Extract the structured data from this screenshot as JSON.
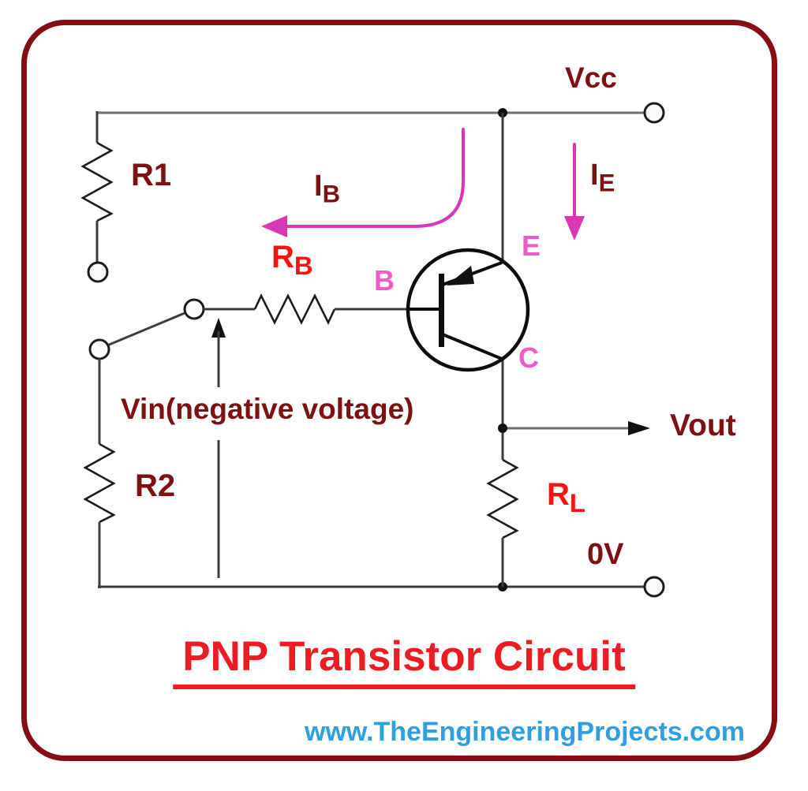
{
  "colors": {
    "border_maroon": "#860d13",
    "dark_maroon_text": "#7d1113",
    "bright_red": "#f51313",
    "pink_label": "#ee5bc8",
    "magenta_arrow": "#d936b8",
    "title_red": "#ed1c24",
    "website_blue": "#2d9fe2",
    "wire_gray": "#6e6e6e",
    "component_black": "#1c1c1c"
  },
  "labels": {
    "vcc": "Vcc",
    "r1": "R1",
    "r2": "R2",
    "ib": {
      "main": "I",
      "sub": "B"
    },
    "ie": {
      "main": "I",
      "sub": "E"
    },
    "rb": {
      "main": "R",
      "sub": "B"
    },
    "rl": {
      "main": "R",
      "sub": "L"
    },
    "base": "B",
    "emitter": "E",
    "collector": "C",
    "vin": "Vin(negative voltage)",
    "vout": "Vout",
    "zero_volt": "0V"
  },
  "title": "PNP Transistor Circuit",
  "footer": {
    "website": "www.TheEngineeringProjects.com"
  }
}
